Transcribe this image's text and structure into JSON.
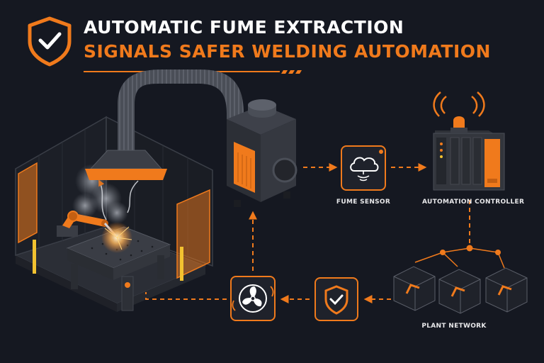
{
  "header": {
    "title_line1": "Automatic Fume Extraction",
    "title_line2": "Signals Safer Welding Automation"
  },
  "labels": {
    "fume_sensor": "Fume Sensor",
    "automation_controller": "Automation Controller",
    "plant_network": "Plant Network"
  },
  "icons": {
    "header": "shield-check-icon",
    "sensor": "cloud-sensor-icon",
    "fan": "fan-icon",
    "safety": "shield-check-icon"
  },
  "colors": {
    "background": "#151821",
    "accent": "#f07a1c",
    "text": "#ffffff",
    "panel": "#2a2d35"
  }
}
